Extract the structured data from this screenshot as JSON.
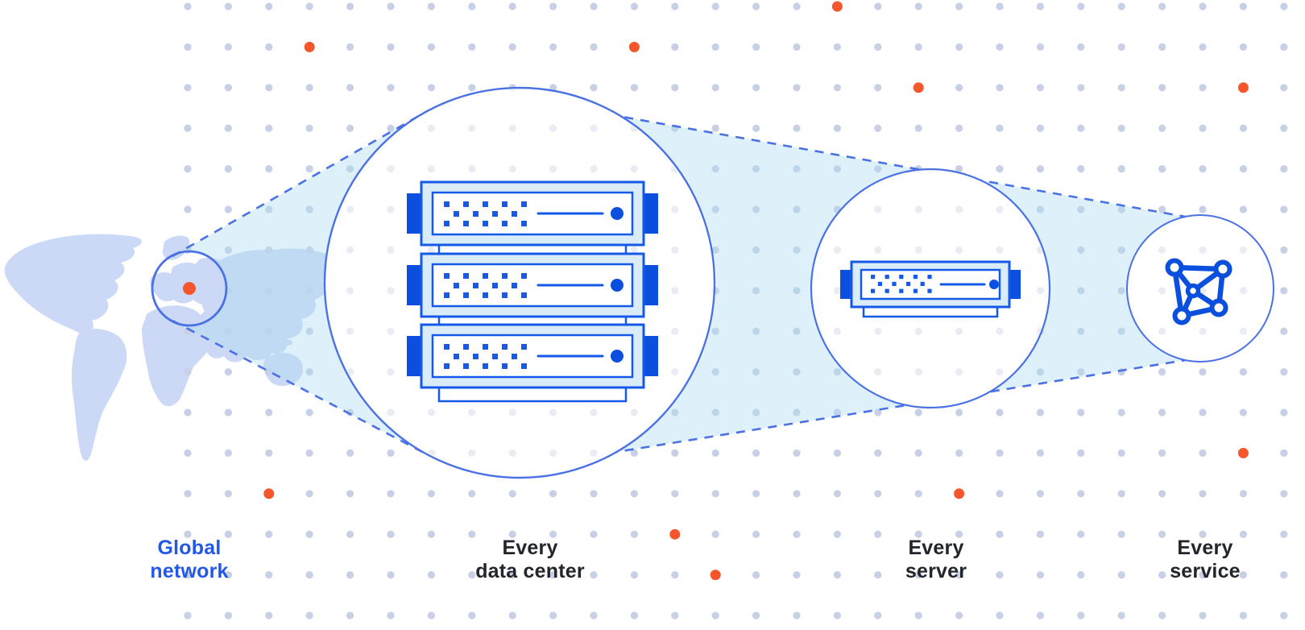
{
  "diagram_title": "global-network-zoom-diagram",
  "labels": {
    "global_network": {
      "line1": "Global",
      "line2": "network"
    },
    "data_center": {
      "line1": "Every",
      "line2": "data center"
    },
    "server": {
      "line1": "Every",
      "line2": "server"
    },
    "service": {
      "line1": "Every",
      "line2": "service"
    }
  },
  "colors": {
    "accent_orange": "#f5562b",
    "circle_stroke": "#4a72e4",
    "server_stroke": "#1459e8",
    "server_dark": "#0a4fdd",
    "server_pale": "#d9ecf8",
    "cone_fill": "rgba(176,220,240,0.42)",
    "map_fill": "#cbd9f6",
    "grid_dot": "#c7d0e4",
    "grid_dot_faint": "#eaecf3",
    "label_dark": "#22252b",
    "label_blue": "#2158e8",
    "bg": "#ffffff"
  },
  "decor": {
    "orange_dot_cells": [
      [
        3,
        1
      ],
      [
        11,
        1
      ],
      [
        16,
        0
      ],
      [
        18,
        2
      ],
      [
        26,
        2
      ],
      [
        26,
        11
      ],
      [
        19,
        12
      ],
      [
        2,
        12
      ],
      [
        12,
        13
      ],
      [
        13,
        14
      ]
    ]
  }
}
